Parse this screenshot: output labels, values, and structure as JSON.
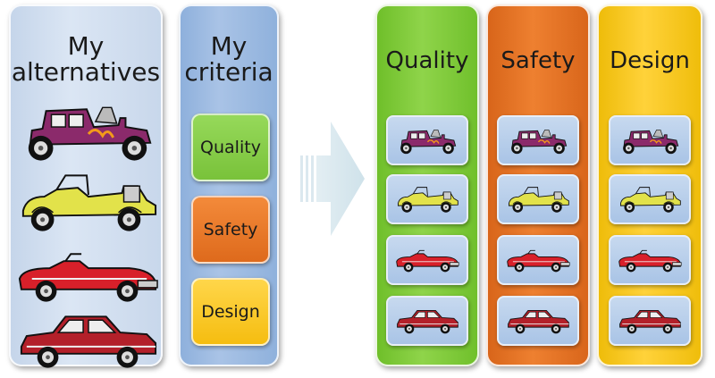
{
  "alternatives": {
    "title": "My alternatives",
    "cars": [
      {
        "icon": "hotrod-car-icon",
        "color": "#8b2a6b"
      },
      {
        "icon": "yellow-roadster-icon",
        "color": "#e2e24a"
      },
      {
        "icon": "red-convertible-icon",
        "color": "#d8202a"
      },
      {
        "icon": "red-sedan-icon",
        "color": "#b3202a"
      }
    ]
  },
  "criteria": {
    "title": "My criteria",
    "items": [
      {
        "label": "Quality",
        "color": "#86cf4a"
      },
      {
        "label": "Safety",
        "color": "#ee7a2a"
      },
      {
        "label": "Design",
        "color": "#ffcc26"
      }
    ]
  },
  "columns": [
    {
      "title": "Quality",
      "cars": [
        "hotrod-car-icon",
        "yellow-roadster-icon",
        "red-convertible-icon",
        "red-sedan-icon"
      ]
    },
    {
      "title": "Safety",
      "cars": [
        "hotrod-car-icon",
        "yellow-roadster-icon",
        "red-convertible-icon",
        "red-sedan-icon"
      ]
    },
    {
      "title": "Design",
      "cars": [
        "hotrod-car-icon",
        "yellow-roadster-icon",
        "red-convertible-icon",
        "red-sedan-icon"
      ]
    }
  ]
}
